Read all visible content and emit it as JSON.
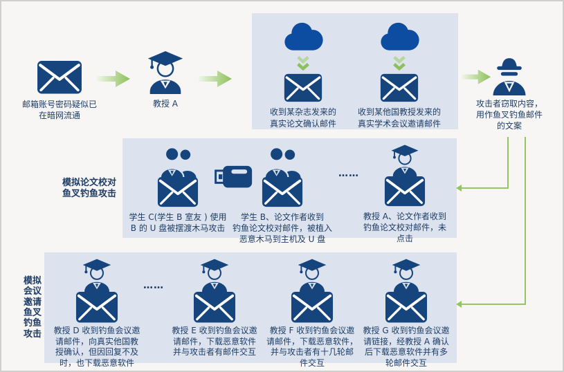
{
  "colors": {
    "icon_navy": "#16457e",
    "cloud_blue": "#0d4da1",
    "text_navy": "#1e3d66",
    "arrow_green": "#8cc057",
    "connector_green": "#94c463",
    "panel_bg": "#dce3ee",
    "canvas_bg": "#f7f6f5"
  },
  "icons": {
    "mail-icon": "envelope",
    "professor-icon": "person with graduation cap",
    "students-icon": "two persons",
    "cloud-icon": "cloud",
    "usb-icon": "usb flash drive",
    "attacker-icon": "spy with hat and sunglasses",
    "flow-arrow-icon": "right block arrow",
    "download-icon": "double chevron down"
  },
  "main_flow": {
    "leaked_email": {
      "caption": "邮箱账号密码疑似已\n在暗网流通"
    },
    "professor_a": {
      "caption": "教授 A"
    },
    "real_emails_box": {
      "items": [
        {
          "caption": "收到某杂志发来的\n真实论文确认邮件"
        },
        {
          "caption": "收到某他国教授发来的\n真实学术会议邀请邮件"
        }
      ]
    },
    "attacker": {
      "caption": "攻击者窃取内容，\n用作鱼叉钓鱼邮件\n的文案"
    }
  },
  "paper_phishing": {
    "label": "模拟论文校对\n鱼叉钓鱼攻击",
    "ellipsis": "……",
    "items": [
      {
        "caption": "学生 C(学生 B 室友 ) 使用\nB 的 U 盘被摆渡木马攻击"
      },
      {
        "caption": "学生 B、论文作者收到\n钓鱼论文校对邮件，被植入\n恶意木马到主机及 U 盘"
      },
      {
        "caption": "教授 A、论文作者收到\n钓鱼论文校对邮件，未\n点击"
      }
    ]
  },
  "meeting_phishing": {
    "label": "模拟\n会议\n邀请\n鱼叉\n钓鱼\n攻击",
    "ellipsis": "……",
    "items": [
      {
        "caption": "教授 D 收到钓鱼会议邀\n请邮件，向真实他国教\n授确认，但因回复不及\n时，也下载恶意软件"
      },
      {
        "caption": "教授 E 收到钓鱼会议邀\n请邮件，下载恶意软件\n并与攻击者有邮件交互"
      },
      {
        "caption": "教授 F 收到钓鱼会议邀\n请邮件，下载恶意软件，\n并与攻击者有十几轮邮\n件交互"
      },
      {
        "caption": "教授 G 收到钓鱼会议邀\n请链接，经教授 A 确认\n后下载恶意软件并有多\n轮邮件交互"
      }
    ]
  }
}
